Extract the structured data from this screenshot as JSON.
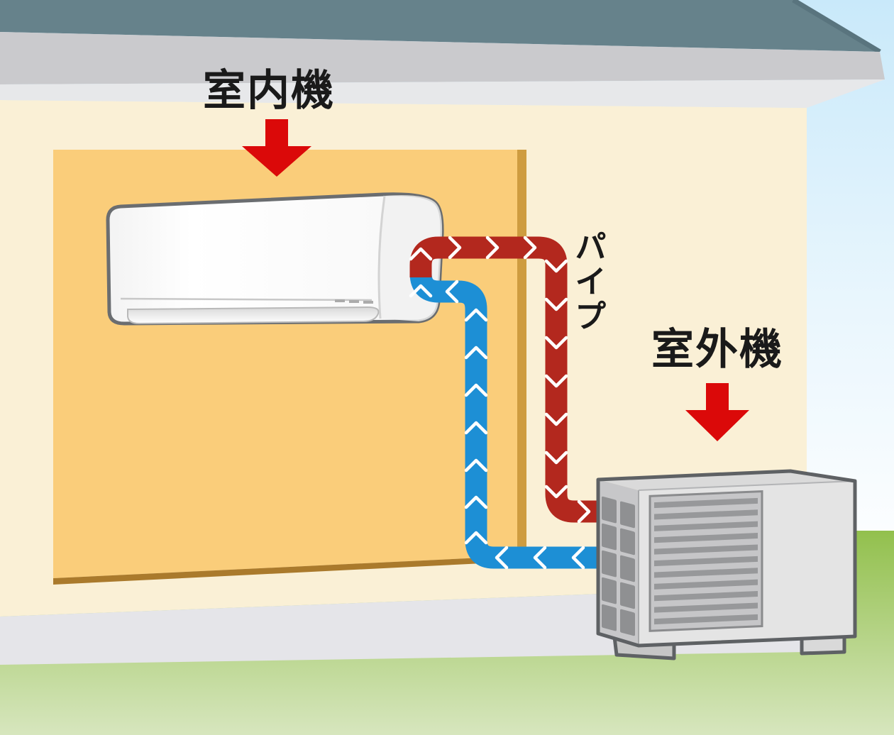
{
  "scene": {
    "labels": {
      "indoor_unit": "室内機",
      "pipe": "パイプ",
      "outdoor_unit": "室外機"
    },
    "icons": {
      "indoor_pointer": "arrow-down-icon",
      "outdoor_pointer": "arrow-down-icon",
      "hot_pipe_flow": "chevron-right-down-icons",
      "cold_pipe_flow": "chevron-left-up-icons"
    },
    "colors": {
      "label_text": "#1A1A1A",
      "pointer_red": "#DB0909",
      "hot_pipe_red": "#B3281E",
      "cold_pipe_blue": "#1D8FD5",
      "chevron_white": "#FFFFFF",
      "wall_cream": "#FAF0D6",
      "panel_orange": "#FACD7A",
      "panel_edge_bottom": "#AA7A2C",
      "panel_edge_side": "#CE9C40",
      "roof_slate": "#66828B",
      "fascia_gray": "#CACACD",
      "soffit_gray": "#E7E8EA",
      "foundation_gray": "#E5E5E9",
      "sky_blue_top": "#C9E9FA",
      "grass_green_top": "#95C252",
      "grass_green_bottom": "#D7E6BE",
      "unit_outline_gray": "#5E6164"
    }
  }
}
